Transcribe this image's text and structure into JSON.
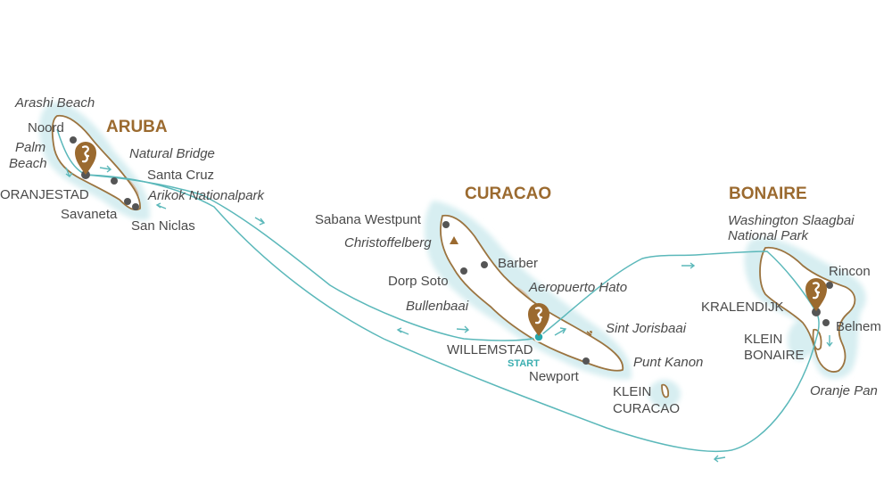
{
  "colors": {
    "land_fill": "#ffffff",
    "land_outline": "#9b7440",
    "shallow_water": "#d7eef1",
    "route": "#5bb8ba",
    "city_dot": "#555555",
    "park_area": "#d9c5b2",
    "marker": "#9b6a2f",
    "start_dot": "#27a8ab",
    "title": "#9b6a2f"
  },
  "islands": {
    "aruba": "ARUBA",
    "curacao": "CURACAO",
    "bonaire": "BONAIRE"
  },
  "places": {
    "arashi_beach": "Arashi Beach",
    "noord": "Noord",
    "palm_beach_1": "Palm",
    "palm_beach_2": "Beach",
    "natural_bridge": "Natural Bridge",
    "santa_cruz": "Santa Cruz",
    "oranjestad": "ORANJESTAD",
    "arikok": "Arikok Nationalpark",
    "savaneta": "Savaneta",
    "san_niclas": "San Niclas",
    "sabana_westpunt": "Sabana Westpunt",
    "christoffelberg": "Christoffelberg",
    "barber": "Barber",
    "dorp_soto": "Dorp Soto",
    "aeropuerto": "Aeropuerto Hato",
    "bullenbaai": "Bullenbaai",
    "sint_jorisbaai": "Sint Jorisbaai",
    "willemstad": "WILLEMSTAD",
    "start": "START",
    "punt_kanon": "Punt Kanon",
    "newport": "Newport",
    "klein_curacao_1": "KLEIN",
    "klein_curacao_2": "CURACAO",
    "washington_1": "Washington Slaagbai",
    "washington_2": "National Park",
    "rincon": "Rincon",
    "kralendijk": "KRALENDIJK",
    "belnem": "Belnem",
    "klein_bonaire_1": "KLEIN",
    "klein_bonaire_2": "BONAIRE",
    "oranje_pan": "Oranje Pan"
  },
  "icons": {
    "port_marker": "port-marker-icon",
    "mountain": "mountain-triangle-icon",
    "city": "city-dot-icon",
    "route_arrow": "route-arrow-icon"
  }
}
